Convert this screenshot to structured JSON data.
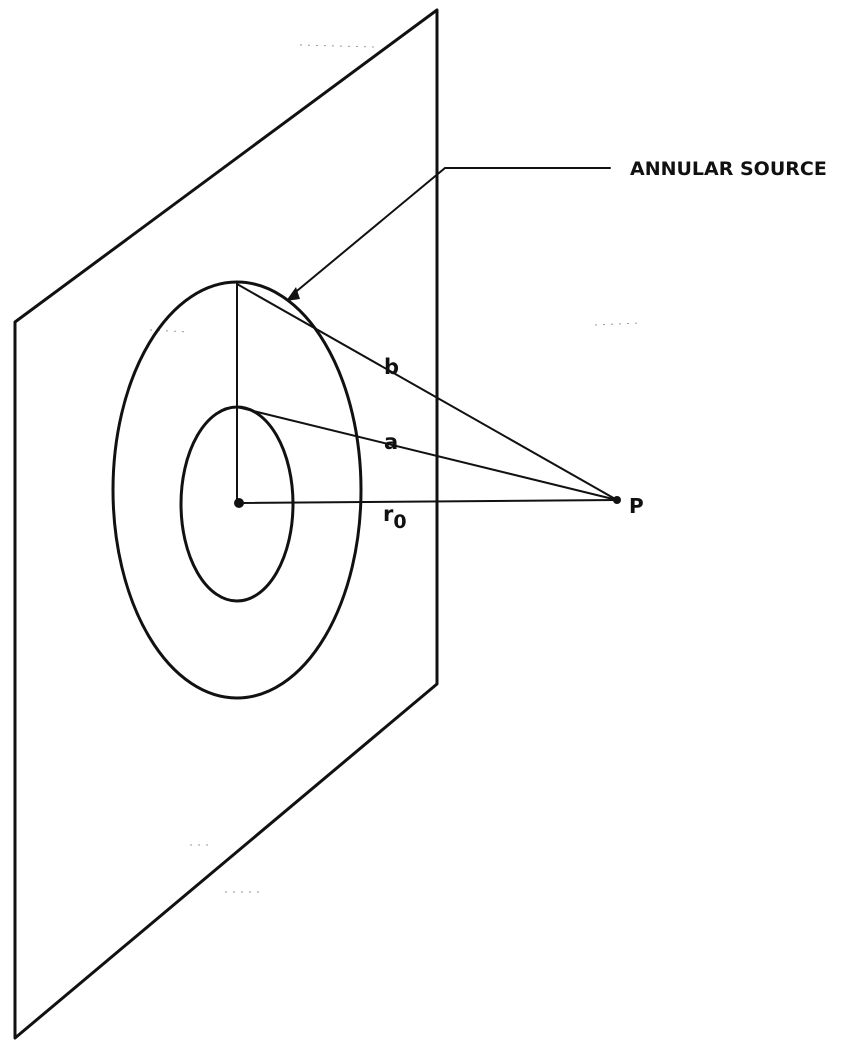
{
  "labels": {
    "annular_source": "ANNULAR SOURCE",
    "b": "b",
    "a": "a",
    "r0_main": "r",
    "r0_sub": "0",
    "p": "P"
  },
  "colors": {
    "ink": "#111111",
    "background": "#ffffff"
  }
}
